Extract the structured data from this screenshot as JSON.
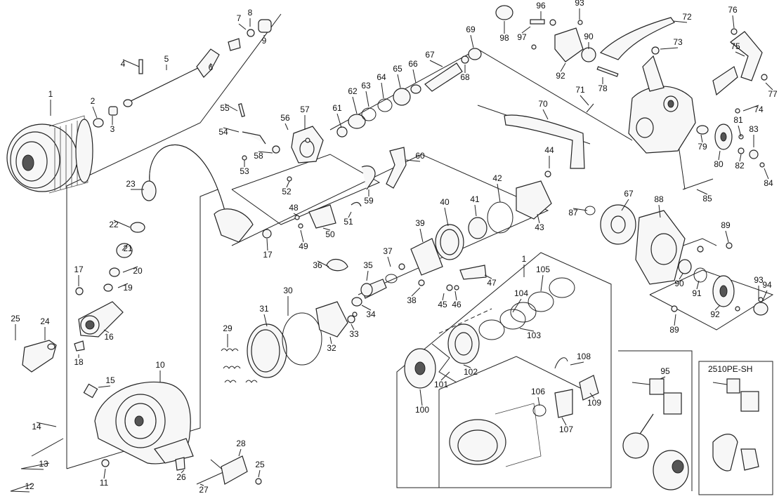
{
  "diagram": {
    "variant_box_label": "2510PE-SH",
    "callouts": [
      "1",
      "2",
      "3",
      "4",
      "5",
      "6",
      "7",
      "8",
      "9",
      "10",
      "11",
      "12",
      "13",
      "14",
      "15",
      "16",
      "17",
      "17",
      "18",
      "19",
      "20",
      "21",
      "22",
      "23",
      "24",
      "25",
      "25",
      "26",
      "27",
      "28",
      "29",
      "30",
      "31",
      "32",
      "33",
      "34",
      "35",
      "36",
      "37",
      "38",
      "39",
      "40",
      "41",
      "42",
      "43",
      "44",
      "45",
      "46",
      "47",
      "48",
      "49",
      "50",
      "51",
      "52",
      "53",
      "54",
      "55",
      "56",
      "57",
      "58",
      "59",
      "60",
      "61",
      "62",
      "63",
      "64",
      "65",
      "66",
      "67",
      "67",
      "68",
      "69",
      "70",
      "71",
      "72",
      "73",
      "74",
      "75",
      "76",
      "77",
      "78",
      "79",
      "80",
      "81",
      "82",
      "83",
      "84",
      "85",
      "87",
      "88",
      "89",
      "89",
      "90",
      "90",
      "91",
      "92",
      "92",
      "93",
      "93",
      "94",
      "95",
      "96",
      "97",
      "98",
      "100",
      "101",
      "102",
      "103",
      "104",
      "105",
      "106",
      "107",
      "108",
      "109",
      "1"
    ]
  }
}
